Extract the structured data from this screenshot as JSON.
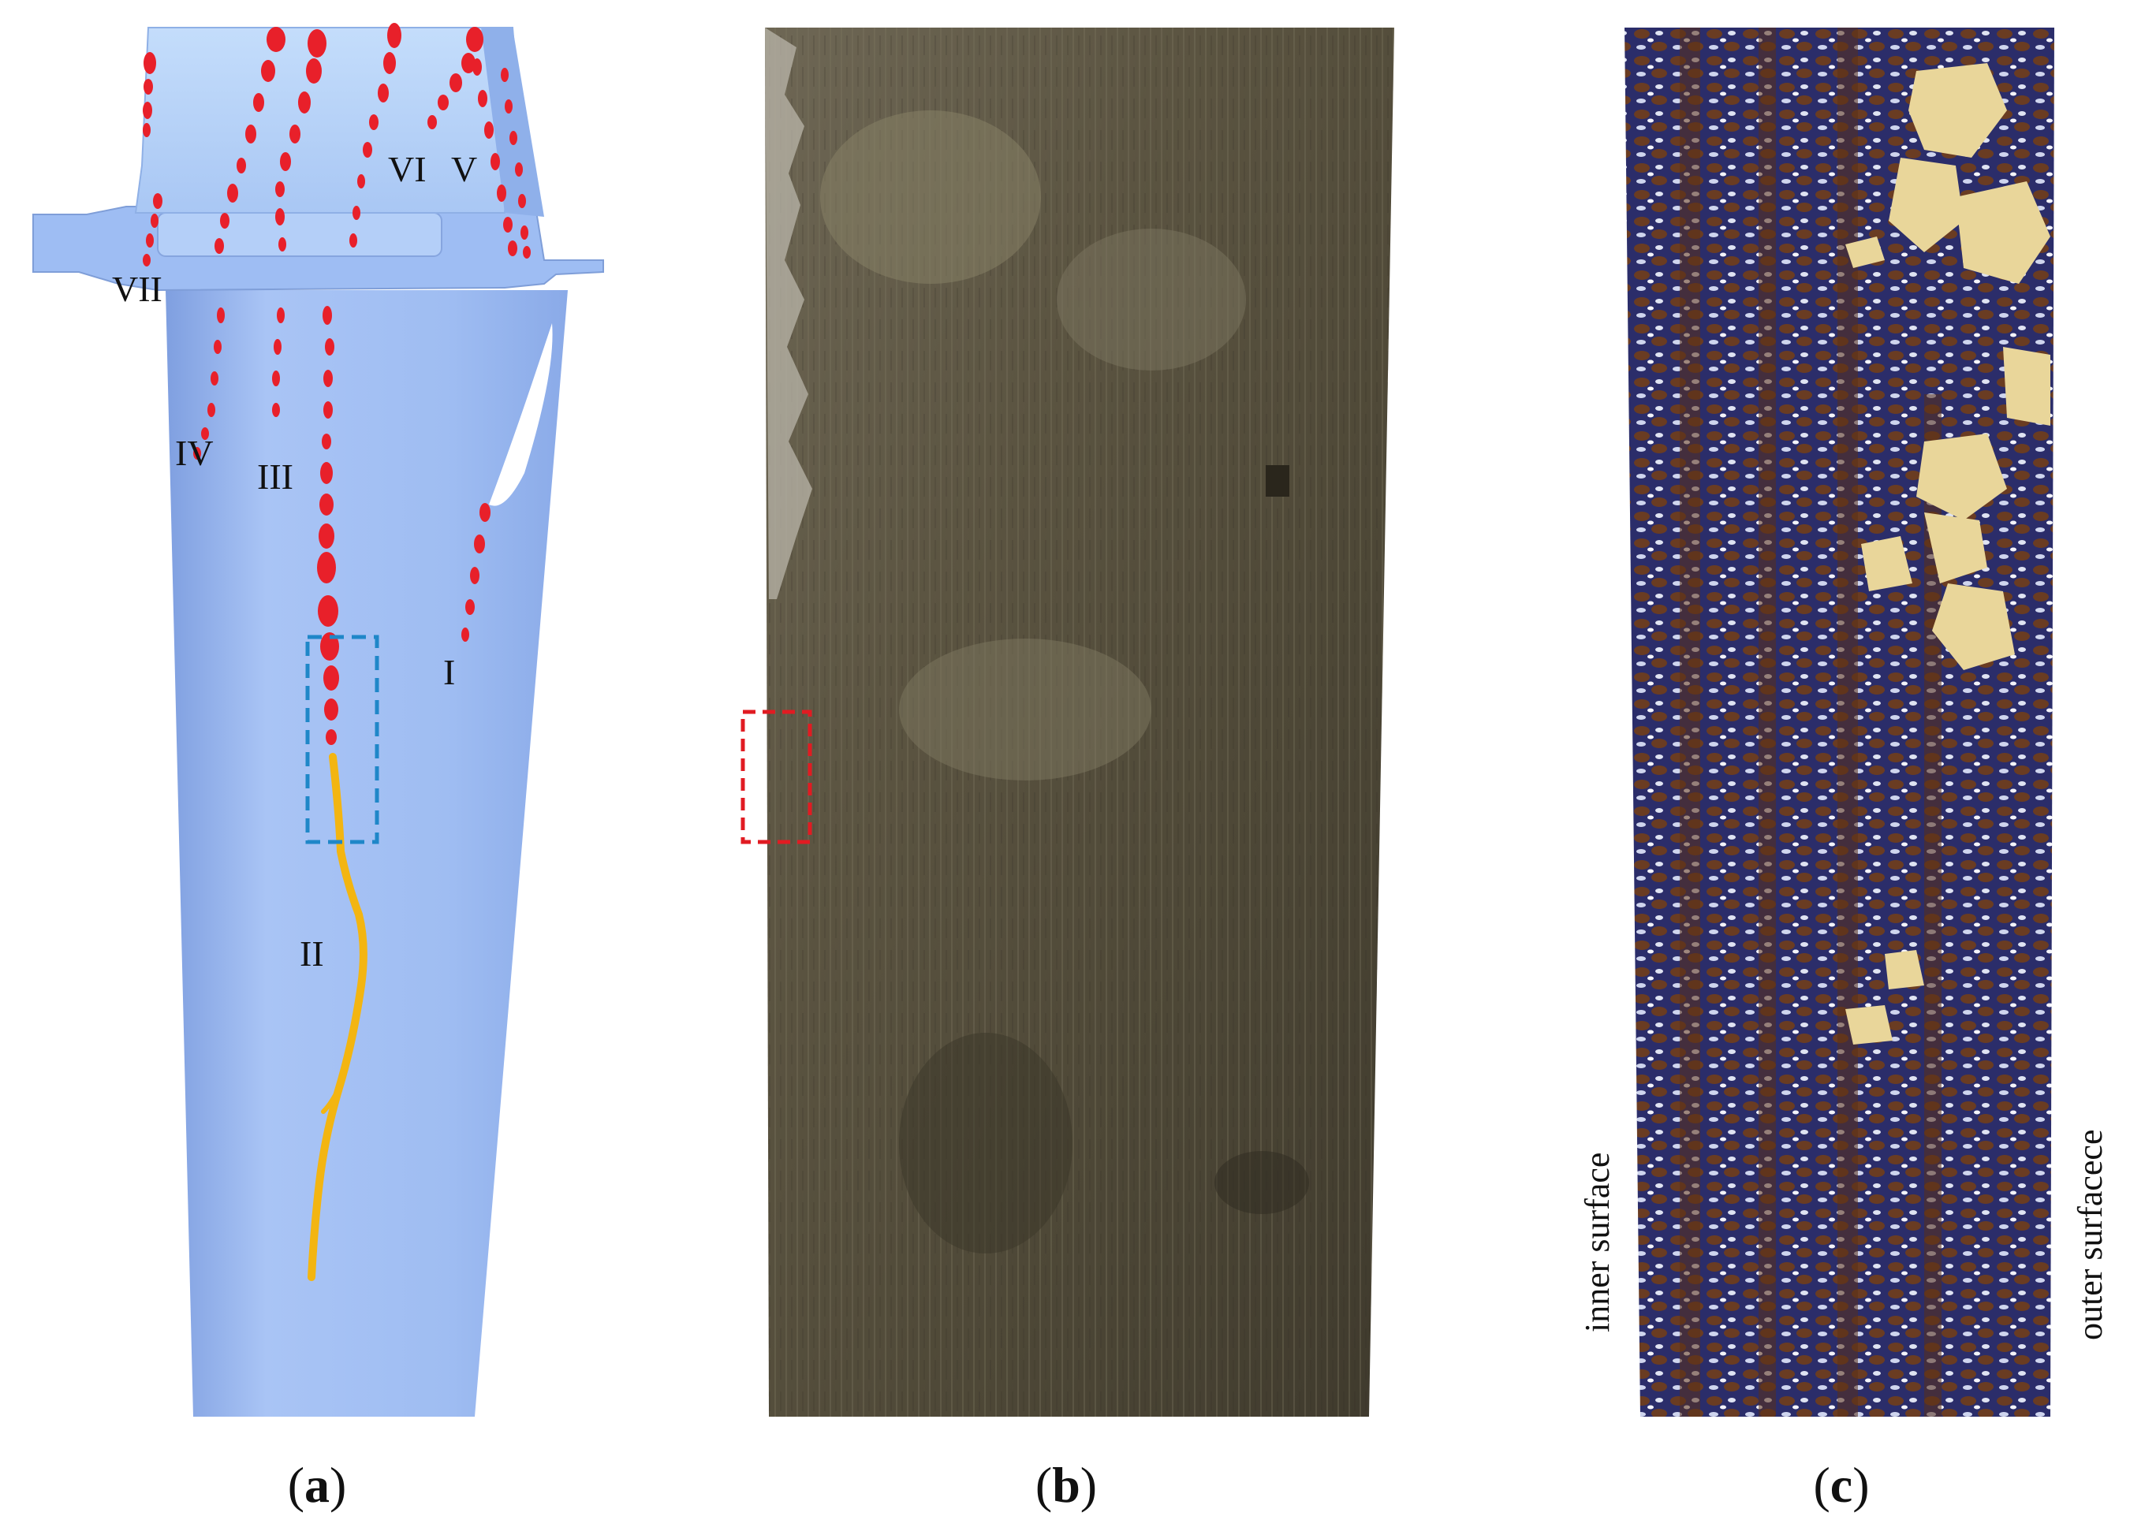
{
  "panels": [
    {
      "id": "a",
      "caption_open": "(",
      "caption_letter": "a",
      "caption_close": ")",
      "labels": [
        "VII",
        "IV",
        "III",
        "VI",
        "V",
        "I",
        "II"
      ],
      "colors": {
        "blade": "#9dbcf2",
        "blade_top": "#b6d3f8",
        "dots": "#e8202a",
        "crack": "#f3b511",
        "box": "#1f87c8"
      }
    },
    {
      "id": "b",
      "caption_open": "(",
      "caption_letter": "b",
      "caption_close": ")",
      "colors": {
        "surface": "#58513f",
        "box": "#e11b22"
      }
    },
    {
      "id": "c",
      "caption_open": "(",
      "caption_letter": "c",
      "caption_close": ")",
      "left_label": "inner surface",
      "right_label": "outer surfacece",
      "colors": {
        "matrix": "#2e2f6e",
        "dendrite": "#6b3f25",
        "phase": "#e9d69a"
      }
    }
  ]
}
